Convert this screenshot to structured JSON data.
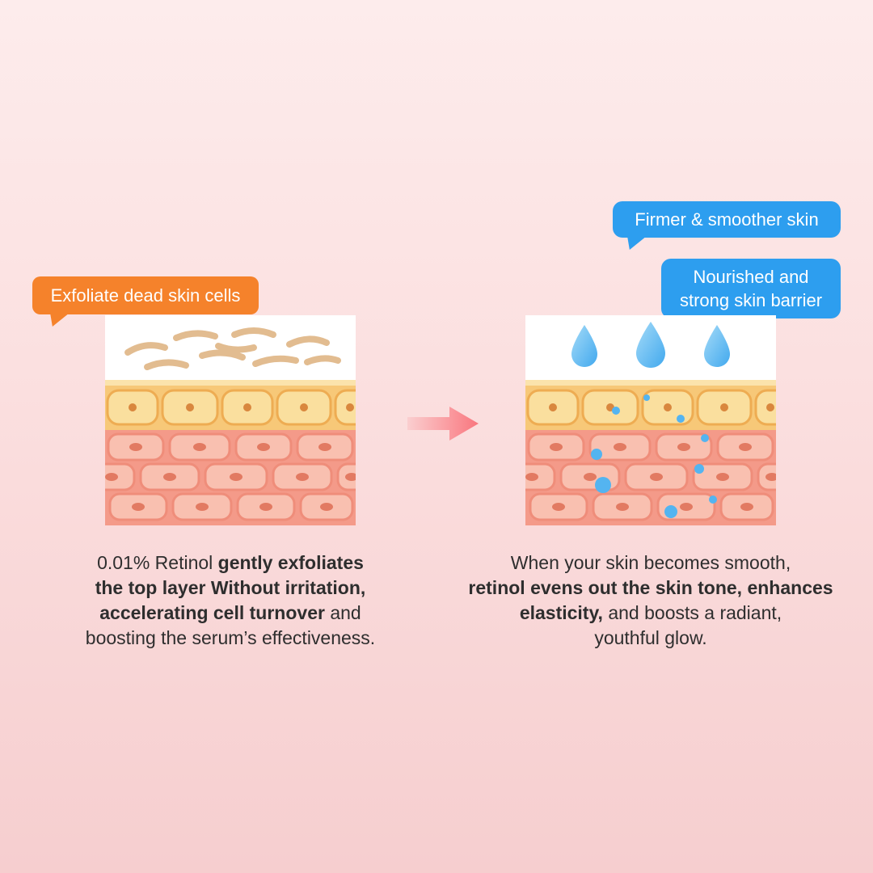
{
  "canvas": {
    "background_top": "#FDECEC",
    "background_bottom": "#F6CECF"
  },
  "before": {
    "bubble": {
      "label": "Exfoliate dead skin cells",
      "color": "#F5822B",
      "text_color": "#FFFFFF"
    },
    "caption": {
      "line1_regular": "0.01% Retinol ",
      "line1_bold": "gently exfoliates",
      "line2_bold": "the top layer Without irritation,",
      "line3_bold": "accelerating cell turnover",
      "line3_regular": " and",
      "line4_regular": "boosting the serum’s effectiveness."
    }
  },
  "after": {
    "bubble_top": {
      "label": "Firmer & smoother skin",
      "color": "#2D9EEF",
      "text_color": "#FFFFFF"
    },
    "bubble_bottom": {
      "label": "Nourished and strong skin barrier",
      "color": "#2D9EEF",
      "text_color": "#FFFFFF"
    },
    "caption": {
      "line1_regular": "When your skin becomes smooth,",
      "line2_bold": "retinol evens out the skin tone, enhances",
      "line3_bold": "elasticity,",
      "line3_regular": " and boosts a radiant,",
      "line4_regular": "youthful glow."
    }
  },
  "arrow": {
    "color": "#F9767E"
  },
  "illustration": {
    "dead_skin_flake_color": "#E2BC90",
    "epidermis_background": "#F7C878",
    "epidermis_cell_color": "#FADF9E",
    "dermis_background": "#F49A89",
    "dermis_cell_color": "#F9C0B0",
    "water_droplet_color": "#42A9EE",
    "serum_dot_color": "#54B4F0"
  }
}
